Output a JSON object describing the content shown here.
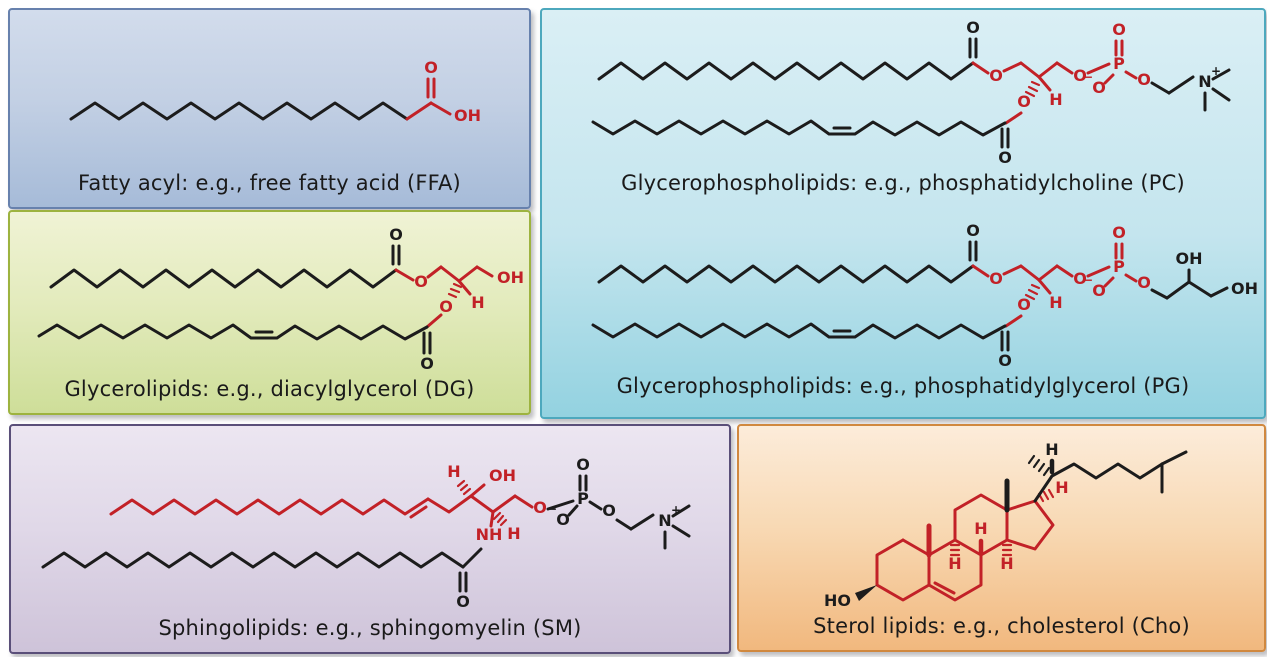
{
  "figure": {
    "background": "#ffffff",
    "description_colors": {
      "bond_black": "#1c1c1c",
      "highlight_red": "#c22127",
      "caption_text": "#1a1a1a",
      "ffa_bg_bottom": "#a6bbd8",
      "ffa_border": "#6781ad",
      "dg_bg_bottom": "#cede99",
      "dg_border": "#9db33f",
      "gpl_bg_bottom": "#93d2e0",
      "gpl_border": "#4da8bd",
      "sm_bg_bottom": "#cec3d9",
      "sm_border": "#5a4f79",
      "sterol_bg_bottom": "#f1b87e",
      "sterol_border": "#d0883f"
    }
  },
  "panels": {
    "ffa": {
      "caption": "Fatty acyl: e.g., free fatty acid (FFA)",
      "labels": {
        "carbonyl_o": "O",
        "hydroxyl": "OH"
      }
    },
    "dg": {
      "caption": "Glycerolipids: e.g., diacylglycerol (DG)",
      "labels": {
        "ester1_carbonyl_o": "O",
        "sn1_o": "O",
        "glycerol_oh": "OH",
        "sn2_o": "O",
        "sn2_h": "H",
        "ester2_carbonyl_o": "O"
      }
    },
    "pc": {
      "caption": "Glycerophospholipids: e.g., phosphatidylcholine (PC)",
      "labels": {
        "ester1_carbonyl_o": "O",
        "sn1_o": "O",
        "sn3_o": "O",
        "p": "P",
        "p_dbl_o": "O",
        "p_o": "O",
        "minus": "−",
        "bridge_o": "O",
        "n": "N",
        "plus": "+",
        "sn2_o": "O",
        "sn2_h": "H",
        "ester2_carbonyl_o": "O"
      }
    },
    "pg": {
      "caption": "Glycerophospholipids: e.g., phosphatidylglycerol (PG)",
      "labels": {
        "ester1_carbonyl_o": "O",
        "sn1_o": "O",
        "sn3_o": "O",
        "p": "P",
        "p_dbl_o": "O",
        "p_o": "O",
        "minus": "−",
        "bridge_o": "O",
        "head_oh_top": "OH",
        "head_oh_end": "OH",
        "sn2_o": "O",
        "sn2_h": "H",
        "ester2_carbonyl_o": "O"
      }
    },
    "sm": {
      "caption": "Sphingolipids: e.g., sphingomyelin (SM)",
      "labels": {
        "c3_h": "H",
        "c3_oh": "OH",
        "c2_nh": "NH",
        "c2_h": "H",
        "link_o": "O",
        "p": "P",
        "p_dbl_o": "O",
        "p_o": "O",
        "minus": "−",
        "bridge_o": "O",
        "n": "N",
        "plus": "+",
        "amide_o": "O"
      }
    },
    "sterol": {
      "caption": "Sterol lipids: e.g., cholesterol (Cho)",
      "labels": {
        "ho": "HO",
        "c20_h": "H",
        "c8_h": "H",
        "c9_h": "H",
        "c14_h": "H",
        "c17_h": "H"
      }
    }
  }
}
